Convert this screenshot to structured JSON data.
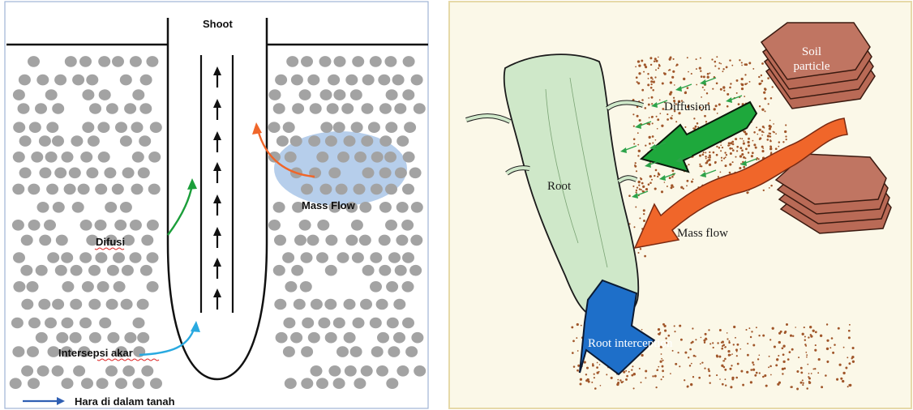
{
  "left_diagram": {
    "shoot_label": "Shoot",
    "mass_flow_label": "Mass Flow",
    "diffusion_label": "Difusi",
    "interception_label": "Intersepsi akar",
    "legend_label": "Hara di dalam tanah"
  },
  "right_diagram": {
    "soil_particle_line1": "Soil",
    "soil_particle_line2": "particle",
    "diffusion_label": "Diffusion",
    "root_label": "Root",
    "mass_flow_label": "Mass flow",
    "root_interception_label": "Root interception"
  },
  "colors": {
    "soil_particle": "#a3a3a3",
    "diffusion_arrow": "#1b9e3a",
    "mass_flow_arrow": "#f0662a",
    "interception_arrow": "#1e6fc9",
    "mass_flow_cloud": "#a9c6e8",
    "right_background": "#fbf8e8",
    "root_fill": "#cfe8c9",
    "soil_block": "#b96a56",
    "stipple": "#a0562a"
  }
}
